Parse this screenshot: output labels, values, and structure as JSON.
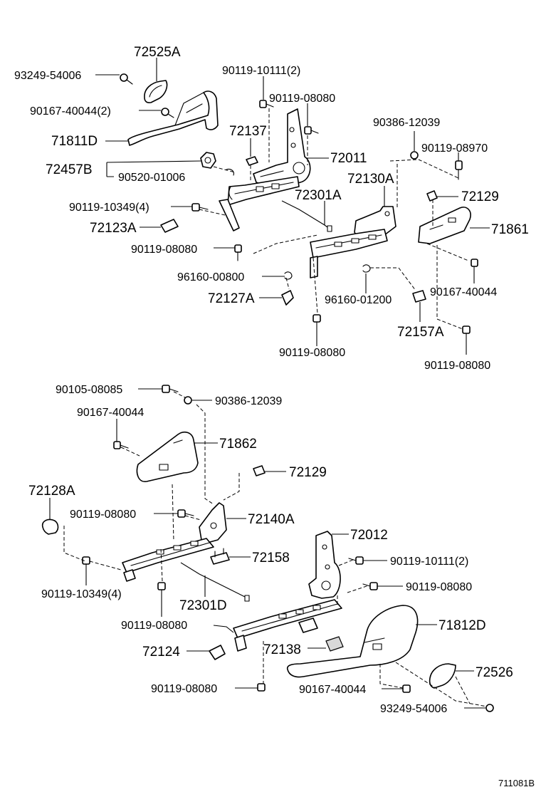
{
  "reference_code": "711081B",
  "upper_assembly": {
    "labels": {
      "p72525A": "72525A",
      "p93249_54006": "93249-54006",
      "p90167_40044_2": "90167-40044(2)",
      "p71811D": "71811D",
      "p90119_10111_2": "90119-10111(2)",
      "p90119_08080_a": "90119-08080",
      "p72137": "72137",
      "p72011": "72011",
      "p72457B": "72457B",
      "p90520_01006": "90520-01006",
      "p90386_12039": "90386-12039",
      "p90119_08970": "90119-08970",
      "p72130A": "72130A",
      "p72129": "72129",
      "p90119_10349_4": "90119-10349(4)",
      "p72301A": "72301A",
      "p71861": "71861",
      "p72123A": "72123A",
      "p90119_08080_b": "90119-08080",
      "p96160_00800": "96160-00800",
      "p72127A": "72127A",
      "p96160_01200": "96160-01200",
      "p90167_40044": "90167-40044",
      "p72157A": "72157A",
      "p90119_08080_c": "90119-08080",
      "p90119_08080_d": "90119-08080"
    }
  },
  "lower_assembly": {
    "labels": {
      "p90105_08085": "90105-08085",
      "p90386_12039": "90386-12039",
      "p90167_40044": "90167-40044",
      "p71862": "71862",
      "p72129": "72129",
      "p72128A": "72128A",
      "p90119_08080_a": "90119-08080",
      "p72140A": "72140A",
      "p72012": "72012",
      "p72158": "72158",
      "p90119_10111_2": "90119-10111(2)",
      "p90119_10349_4": "90119-10349(4)",
      "p90119_08080_b": "90119-08080",
      "p72301D": "72301D",
      "p71812D": "71812D",
      "p90119_08080_c": "90119-08080",
      "p72124": "72124",
      "p72138": "72138",
      "p72526": "72526",
      "p90119_08080_d": "90119-08080",
      "p90167_40044_b": "90167-40044",
      "p93249_54006": "93249-54006"
    }
  }
}
